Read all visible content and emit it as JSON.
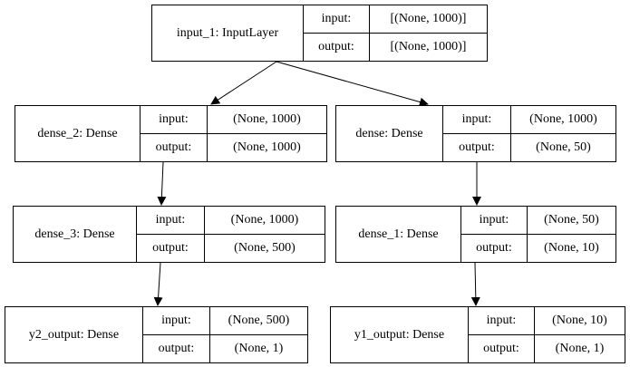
{
  "nodes": [
    {
      "id": "input_1",
      "name": "input_1: InputLayer",
      "input_label": "input:",
      "input": "[(None, 1000)]",
      "output_label": "output:",
      "output": "[(None, 1000)]"
    },
    {
      "id": "dense_2",
      "name": "dense_2: Dense",
      "input_label": "input:",
      "input": "(None, 1000)",
      "output_label": "output:",
      "output": "(None, 1000)"
    },
    {
      "id": "dense",
      "name": "dense: Dense",
      "input_label": "input:",
      "input": "(None, 1000)",
      "output_label": "output:",
      "output": "(None, 50)"
    },
    {
      "id": "dense_3",
      "name": "dense_3: Dense",
      "input_label": "input:",
      "input": "(None, 1000)",
      "output_label": "output:",
      "output": "(None, 500)"
    },
    {
      "id": "dense_1",
      "name": "dense_1: Dense",
      "input_label": "input:",
      "input": "(None, 50)",
      "output_label": "output:",
      "output": "(None, 10)"
    },
    {
      "id": "y2_output",
      "name": "y2_output: Dense",
      "input_label": "input:",
      "input": "(None, 500)",
      "output_label": "output:",
      "output": "(None, 1)"
    },
    {
      "id": "y1_output",
      "name": "y1_output: Dense",
      "input_label": "input:",
      "input": "(None, 10)",
      "output_label": "output:",
      "output": "(None, 1)"
    }
  ],
  "edges": [
    {
      "from": "input_1",
      "to": "dense_2"
    },
    {
      "from": "input_1",
      "to": "dense"
    },
    {
      "from": "dense_2",
      "to": "dense_3"
    },
    {
      "from": "dense",
      "to": "dense_1"
    },
    {
      "from": "dense_3",
      "to": "y2_output"
    },
    {
      "from": "dense_1",
      "to": "y1_output"
    }
  ]
}
